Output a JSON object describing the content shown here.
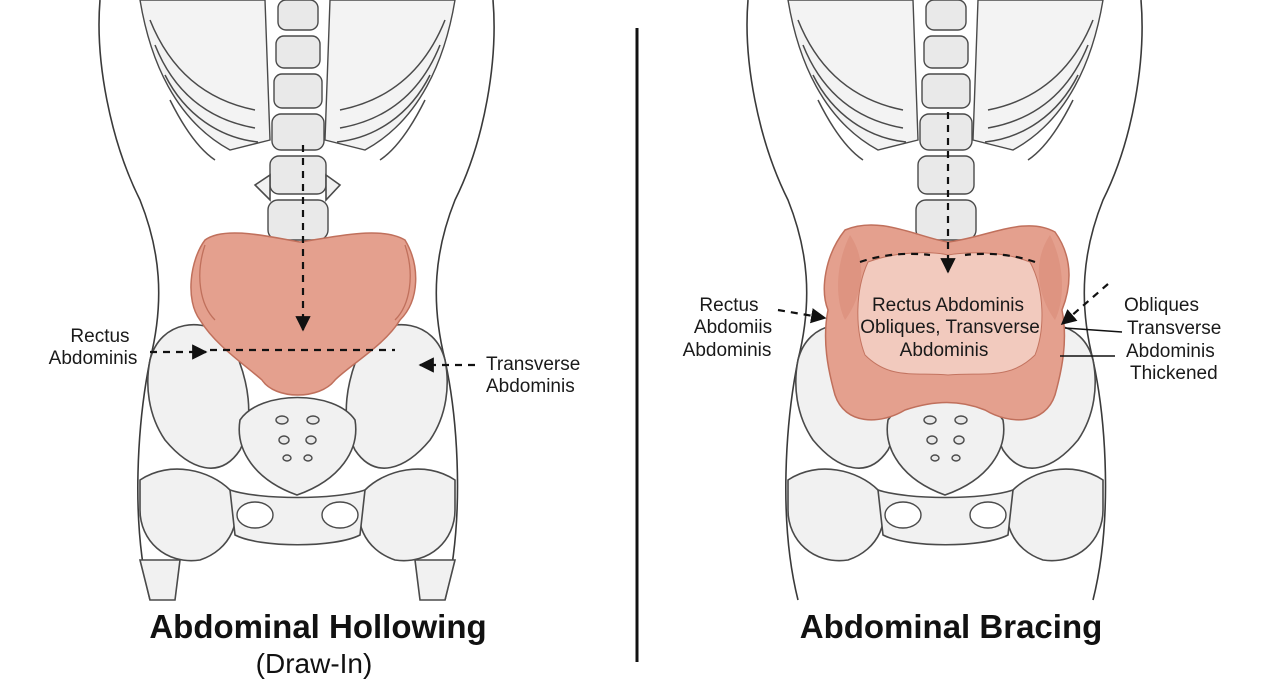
{
  "left_panel": {
    "title": "Abdominal Hollowing",
    "subtitle": "(Draw-In)",
    "label_left_line1": "Rectus",
    "label_left_line2": "Abdominis",
    "label_right_line1": "Transverse",
    "label_right_line2": "Abdominis"
  },
  "right_panel": {
    "title": "Abdominal Bracing",
    "label_left_line1": "Rectus",
    "label_left_line2": "Abdomiis",
    "label_left_line3": "Abdominis",
    "center_line1": "Rectus Abdominis",
    "center_line2": "Obliques, Transverse",
    "center_line3": "Abdominis",
    "label_right_line1": "Obliques",
    "label_right_line2": "Transverse",
    "label_right_line3": "Abdominis",
    "label_right_line4": "Thickened"
  },
  "colors": {
    "muscle_fill": "#e4a08e",
    "muscle_stroke": "#c0705c",
    "bone_fill": "#f1f1f1",
    "line": "#111111"
  }
}
